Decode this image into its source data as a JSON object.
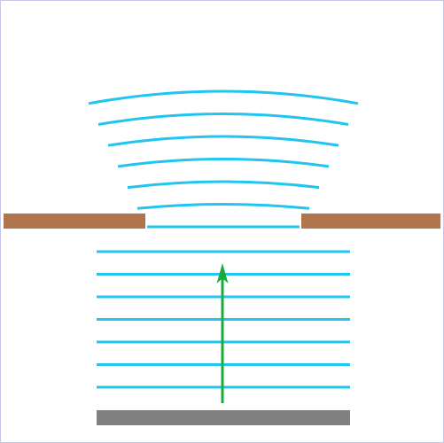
{
  "diagram": {
    "type": "single-slit-diffraction",
    "plane_wavefront_count": 7,
    "diffracted_wavefront_count": 7,
    "colors": {
      "wavefront": "#22c4f0",
      "barrier": "#b0754f",
      "source": "#808080",
      "arrow": "#1aab3d",
      "frame": "#c9c6ec"
    },
    "icons": {
      "propagation_arrow": "arrow-up-icon"
    }
  }
}
